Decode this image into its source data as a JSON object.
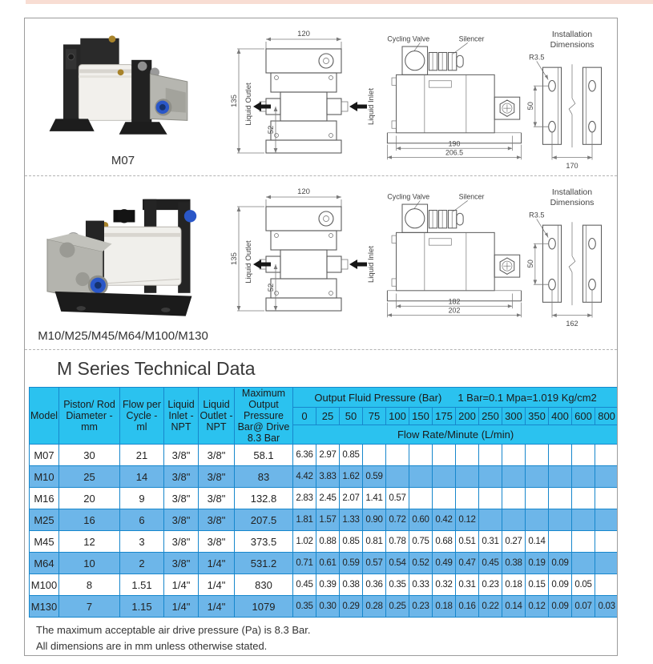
{
  "colors": {
    "top_bar": "#f8ddd3",
    "header_cyan": "#2bc2ef",
    "row_blue": "#6db6e9",
    "table_border": "#1787cc",
    "fitting_blue": "#2a57c8"
  },
  "sections": [
    {
      "model_label": "M07",
      "front_view": {
        "width_dim": "120",
        "height_dim": "135",
        "port_dim": "52",
        "outlet_label": "Liquid Outlet",
        "inlet_label": "Liquid Inlet"
      },
      "side_view": {
        "cycling_valve_label": "Cycling Valve",
        "silencer_label": "Silencer",
        "base_dim": "190",
        "overall_dim": "206.5"
      },
      "installation": {
        "title": "Installation Dimensions",
        "radius_dim": "R3.5",
        "spacing_dim": "50",
        "width_dim": "170"
      }
    },
    {
      "model_label": "M10/M25/M45/M64/M100/M130",
      "front_view": {
        "width_dim": "120",
        "height_dim": "135",
        "port_dim": "52",
        "outlet_label": "Liquid Outlet",
        "inlet_label": "Liquid Inlet"
      },
      "side_view": {
        "cycling_valve_label": "Cycling Valve",
        "silencer_label": "Silencer",
        "base_dim": "182",
        "overall_dim": "202"
      },
      "installation": {
        "title": "Installation Dimensions",
        "radius_dim": "R3.5",
        "spacing_dim": "50",
        "width_dim": "162"
      }
    }
  ],
  "table": {
    "title": "M Series Technical Data",
    "columns": {
      "model": "Model",
      "piston": "Piston/ Rod Diameter -mm",
      "flow": "Flow per Cycle -ml",
      "inlet": "Liquid Inlet -NPT",
      "outlet": "Liquid Outlet -NPT",
      "max_output": "Maximum Output Pressure Bar@ Drive 8.3 Bar",
      "pressure_group": "Output Fluid Pressure (Bar)",
      "conversion_note": "1 Bar=0.1 Mpa=1.019 Kg/cm2",
      "flow_rate_caption": "Flow Rate/Minute (L/min)"
    },
    "pressures": [
      "0",
      "25",
      "50",
      "75",
      "100",
      "150",
      "175",
      "200",
      "250",
      "300",
      "350",
      "400",
      "600",
      "800"
    ],
    "rows": [
      {
        "model": "M07",
        "piston": "30",
        "flow": "21",
        "inlet": "3/8\"",
        "outlet": "3/8\"",
        "max": "58.1",
        "rates": [
          "6.36",
          "2.97",
          "0.85",
          "",
          "",
          "",
          "",
          "",
          "",
          "",
          "",
          "",
          "",
          ""
        ]
      },
      {
        "model": "M10",
        "piston": "25",
        "flow": "14",
        "inlet": "3/8\"",
        "outlet": "3/8\"",
        "max": "83",
        "rates": [
          "4.42",
          "3.83",
          "1.62",
          "0.59",
          "",
          "",
          "",
          "",
          "",
          "",
          "",
          "",
          "",
          ""
        ]
      },
      {
        "model": "M16",
        "piston": "20",
        "flow": "9",
        "inlet": "3/8\"",
        "outlet": "3/8\"",
        "max": "132.8",
        "rates": [
          "2.83",
          "2.45",
          "2.07",
          "1.41",
          "0.57",
          "",
          "",
          "",
          "",
          "",
          "",
          "",
          "",
          ""
        ]
      },
      {
        "model": "M25",
        "piston": "16",
        "flow": "6",
        "inlet": "3/8\"",
        "outlet": "3/8\"",
        "max": "207.5",
        "rates": [
          "1.81",
          "1.57",
          "1.33",
          "0.90",
          "0.72",
          "0.60",
          "0.42",
          "0.12",
          "",
          "",
          "",
          "",
          "",
          ""
        ]
      },
      {
        "model": "M45",
        "piston": "12",
        "flow": "3",
        "inlet": "3/8\"",
        "outlet": "3/8\"",
        "max": "373.5",
        "rates": [
          "1.02",
          "0.88",
          "0.85",
          "0.81",
          "0.78",
          "0.75",
          "0.68",
          "0.51",
          "0.31",
          "0.27",
          "0.14",
          "",
          "",
          ""
        ]
      },
      {
        "model": "M64",
        "piston": "10",
        "flow": "2",
        "inlet": "3/8\"",
        "outlet": "1/4\"",
        "max": "531.2",
        "rates": [
          "0.71",
          "0.61",
          "0.59",
          "0.57",
          "0.54",
          "0.52",
          "0.49",
          "0.47",
          "0.45",
          "0.38",
          "0.19",
          "0.09",
          "",
          ""
        ]
      },
      {
        "model": "M100",
        "piston": "8",
        "flow": "1.51",
        "inlet": "1/4\"",
        "outlet": "1/4\"",
        "max": "830",
        "rates": [
          "0.45",
          "0.39",
          "0.38",
          "0.36",
          "0.35",
          "0.33",
          "0.32",
          "0.31",
          "0.23",
          "0.18",
          "0.15",
          "0.09",
          "0.05",
          ""
        ]
      },
      {
        "model": "M130",
        "piston": "7",
        "flow": "1.15",
        "inlet": "1/4\"",
        "outlet": "1/4\"",
        "max": "1079",
        "rates": [
          "0.35",
          "0.30",
          "0.29",
          "0.28",
          "0.25",
          "0.23",
          "0.18",
          "0.16",
          "0.22",
          "0.14",
          "0.12",
          "0.09",
          "0.07",
          "0.03"
        ]
      }
    ]
  },
  "notes": [
    "The maximum acceptable air drive pressure (Pa) is 8.3 Bar.",
    "All dimensions are in mm unless otherwise stated."
  ]
}
